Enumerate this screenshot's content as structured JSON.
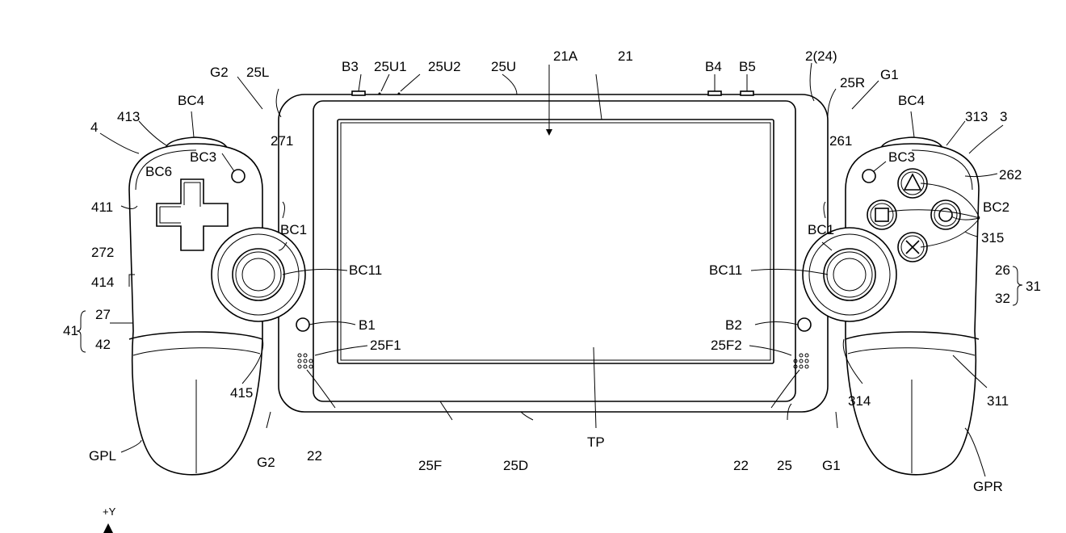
{
  "figure": {
    "device_labels": {
      "B3": "B3",
      "25U1": "25U1",
      "25U2": "25U2",
      "25U": "25U",
      "21A": "21A",
      "21": "21",
      "B4": "B4",
      "B5": "B5",
      "2_24": "2(24)",
      "25R": "25R",
      "G1_top": "G1",
      "G2_top": "G2",
      "25L": "25L",
      "B1": "B1",
      "B2": "B2",
      "25F1": "25F1",
      "25F2": "25F2",
      "22_left": "22",
      "22_right": "22",
      "25F": "25F",
      "25D": "25D",
      "TP": "TP",
      "25": "25",
      "G1_bottom": "G1",
      "G2_bottom": "G2"
    },
    "left_controller_labels": {
      "BC4": "BC4",
      "413": "413",
      "4": "4",
      "BC3": "BC3",
      "271": "271",
      "BC6": "BC6",
      "411": "411",
      "BC1": "BC1",
      "272": "272",
      "BC11": "BC11",
      "414": "414",
      "27": "27",
      "41": "41",
      "42": "42",
      "415": "415",
      "GPL": "GPL"
    },
    "right_controller_labels": {
      "BC4": "BC4",
      "313": "313",
      "3": "3",
      "BC3": "BC3",
      "261": "261",
      "262": "262",
      "BC2": "BC2",
      "BC1": "BC1",
      "BC11": "BC11",
      "315": "315",
      "26": "26",
      "31": "31",
      "32": "32",
      "314": "314",
      "311": "311",
      "GPR": "GPR"
    },
    "axis": {
      "label": "+Y"
    }
  }
}
